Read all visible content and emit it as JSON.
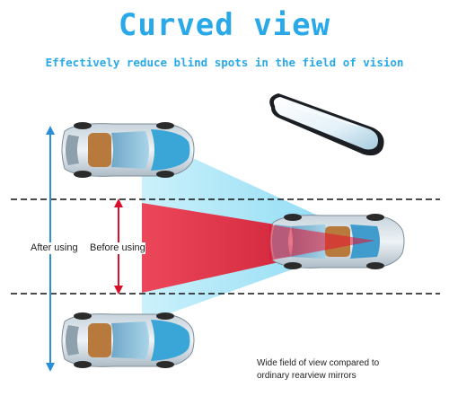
{
  "title": "Curved view",
  "subtitle": "Effectively reduce blind spots in the field of vision",
  "labels": {
    "after": "After using",
    "before": "Before using"
  },
  "caption": "Wide field of view compared to ordinary rearview mirrors",
  "colors": {
    "accent": "#2aa9e8",
    "wide_view": "#9fe3f5",
    "narrow_view": "#e8112d",
    "arrow_blue": "#2a8fd8",
    "arrow_red": "#d8102c"
  }
}
